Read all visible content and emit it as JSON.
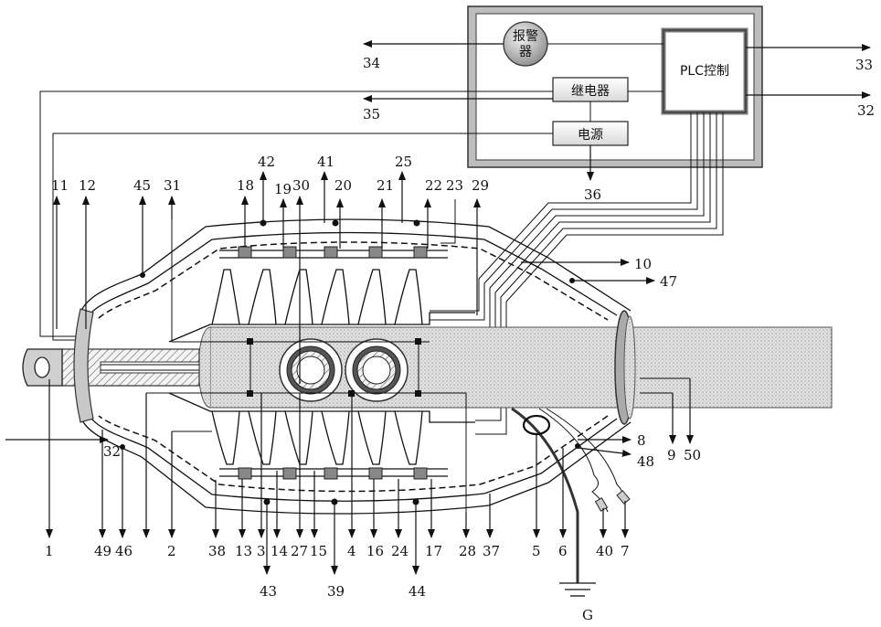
{
  "control_box": {
    "alarm": "报警器",
    "relay": "继电器",
    "power": "电源",
    "plc": "PLC控制"
  },
  "labels": {
    "l34": "34",
    "l35": "35",
    "l33": "33",
    "l32_right": "32",
    "l36": "36",
    "l11": "11",
    "l12": "12",
    "l45": "45",
    "l31": "31",
    "l18": "18",
    "l42": "42",
    "l19": "19",
    "l30": "30",
    "l41": "41",
    "l20": "20",
    "l21": "21",
    "l25": "25",
    "l22": "22",
    "l23": "23",
    "l29": "29",
    "l10": "10",
    "l47": "47",
    "l32_left": "32",
    "l8": "8",
    "l48": "48",
    "l9": "9",
    "l50": "50",
    "l1": "1",
    "l49": "49",
    "l46": "46",
    "l2": "2",
    "l38": "38",
    "l13": "13",
    "l3": "3",
    "l14": "14",
    "l27": "27",
    "l15": "15",
    "l4": "4",
    "l16": "16",
    "l24": "24",
    "l17": "17",
    "l28": "28",
    "l37": "37",
    "l5": "5",
    "l6": "6",
    "l40": "40",
    "l7": "7",
    "l43": "43",
    "l39": "39",
    "l44": "44",
    "lG": "G"
  }
}
